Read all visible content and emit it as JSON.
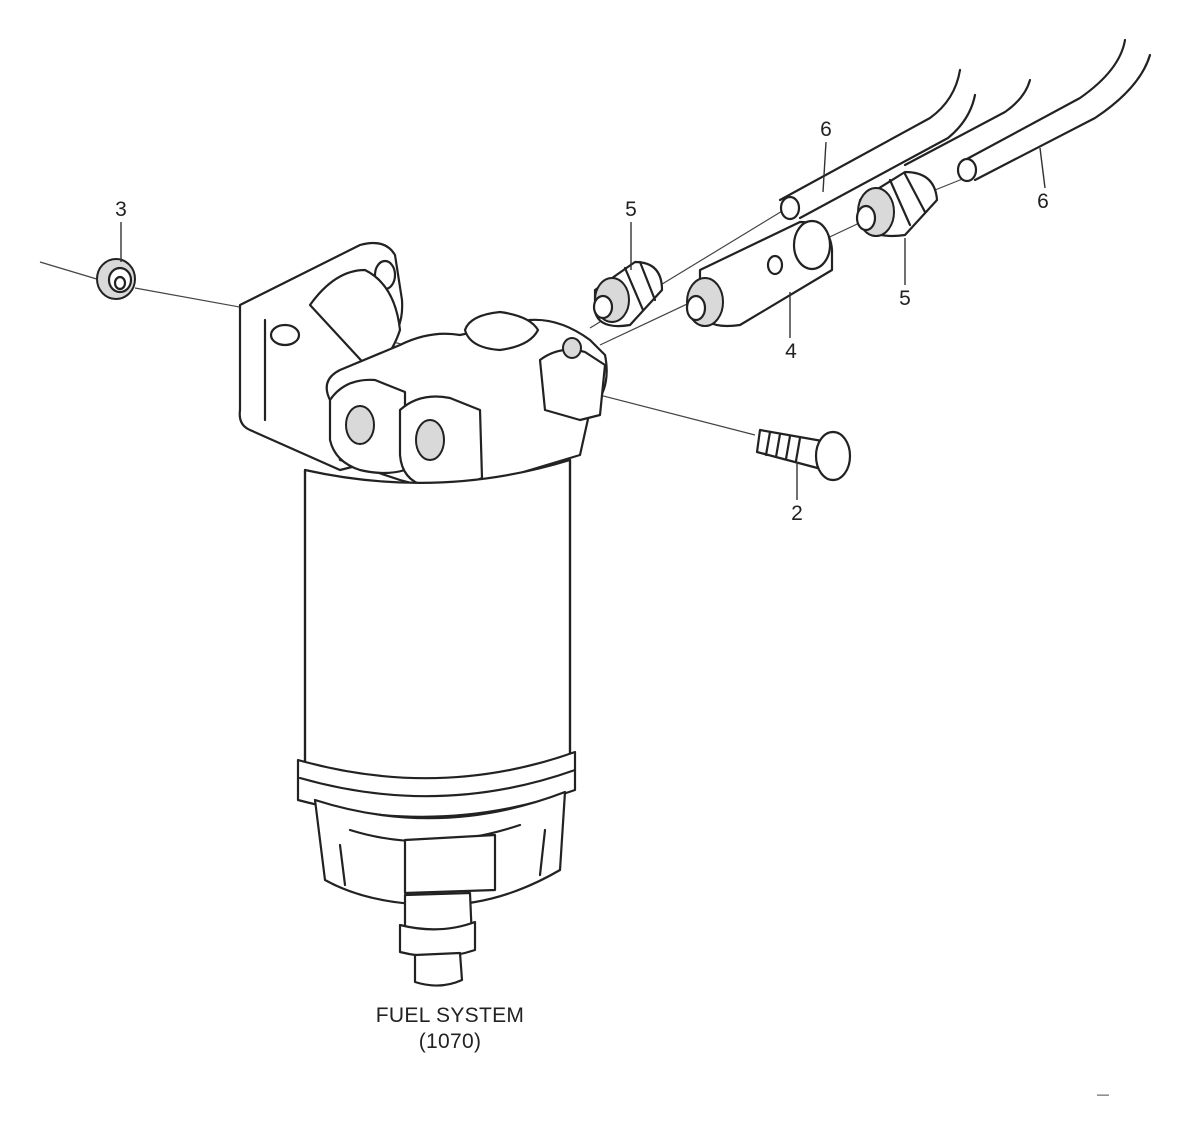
{
  "callouts": {
    "c2": "2",
    "c3": "3",
    "c4": "4",
    "c5_left": "5",
    "c5_right": "5",
    "c6_top": "6",
    "c6_right": "6"
  },
  "caption": {
    "line1": "FUEL SYSTEM",
    "line2": "(1070)"
  },
  "footer_mark": "—"
}
